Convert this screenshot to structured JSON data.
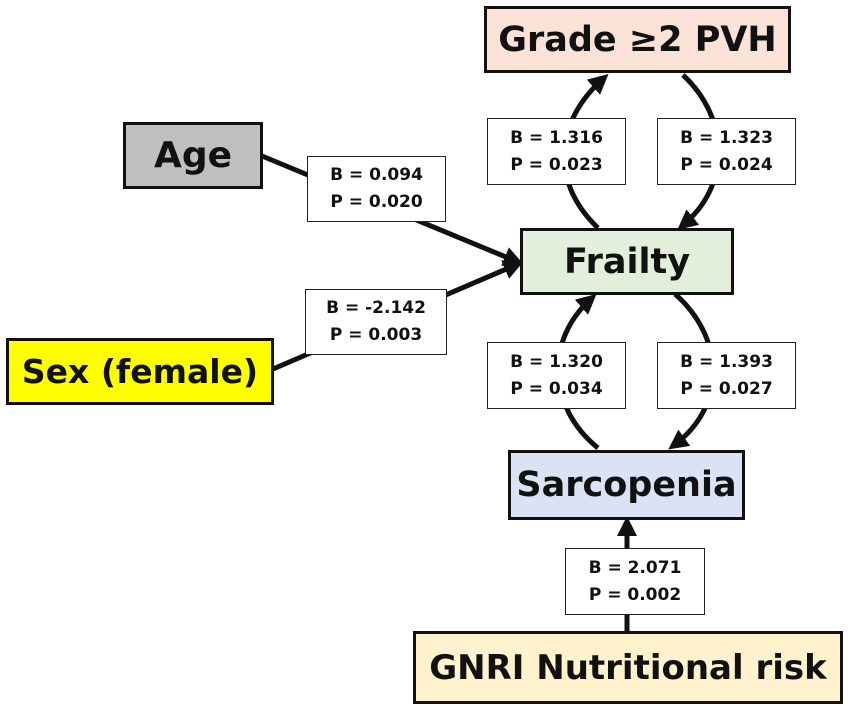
{
  "nodes": {
    "pvh": {
      "label": "Grade ≥2 PVH",
      "fill": "#fbe2d6"
    },
    "age": {
      "label": "Age",
      "fill": "#bfbfbf"
    },
    "frailty": {
      "label": "Frailty",
      "fill": "#e2efda"
    },
    "sex": {
      "label": "Sex (female)",
      "fill": "#ffff00"
    },
    "sarcopenia": {
      "label": "Sarcopenia",
      "fill": "#dae3f3"
    },
    "gnri": {
      "label": "GNRI Nutritional risk",
      "fill": "#fff2cc"
    }
  },
  "edges": {
    "age_frailty": {
      "b": "B = 0.094",
      "p": "P = 0.020"
    },
    "sex_frailty": {
      "b": "B = -2.142",
      "p": "P = 0.003"
    },
    "frailty_pvh": {
      "b": "B = 1.316",
      "p": "P = 0.023"
    },
    "pvh_frailty": {
      "b": "B = 1.323",
      "p": "P = 0.024"
    },
    "sarcopenia_frailty": {
      "b": "B = 1.320",
      "p": "P = 0.034"
    },
    "frailty_sarcopenia": {
      "b": "B = 1.393",
      "p": "P = 0.027"
    },
    "gnri_sarcopenia": {
      "b": "B = 2.071",
      "p": "P = 0.002"
    }
  }
}
